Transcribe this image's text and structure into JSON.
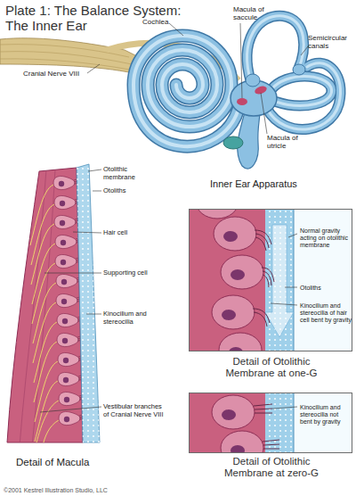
{
  "diagram": {
    "title": "Plate 1: The Balance System: The Inner Ear",
    "nodes": [
      {
        "text": [
          "Normal gravity acting on otolithic membrane",
          "Otoliths",
          "Kinocilium and stereocilia of hair cell bent by gravity",
          "Detail of Otolithic Membrane at one-G"
        ]
      },
      {
        "text": [
          "Kinocilium and stereocilia not bent by gravity",
          "Detail of Otolithic Membrane at zero-G"
        ]
      }
    ],
    "labels": [
      "Cochlea",
      "Macula of saccule",
      "Cranial Nerve VIII",
      "Semicircular canals",
      "Macula of utricle",
      "Inner Ear Apparatus",
      "Otolithic membrane",
      "Otoliths",
      "Hair cell",
      "Supporting cell",
      "Kinocilium and stereocilia",
      "Vestibular branches of Cranial Nerve VIII",
      "Detail of Macula",
      "©2001 Kestrel Illustration Studio, LLC"
    ]
  }
}
